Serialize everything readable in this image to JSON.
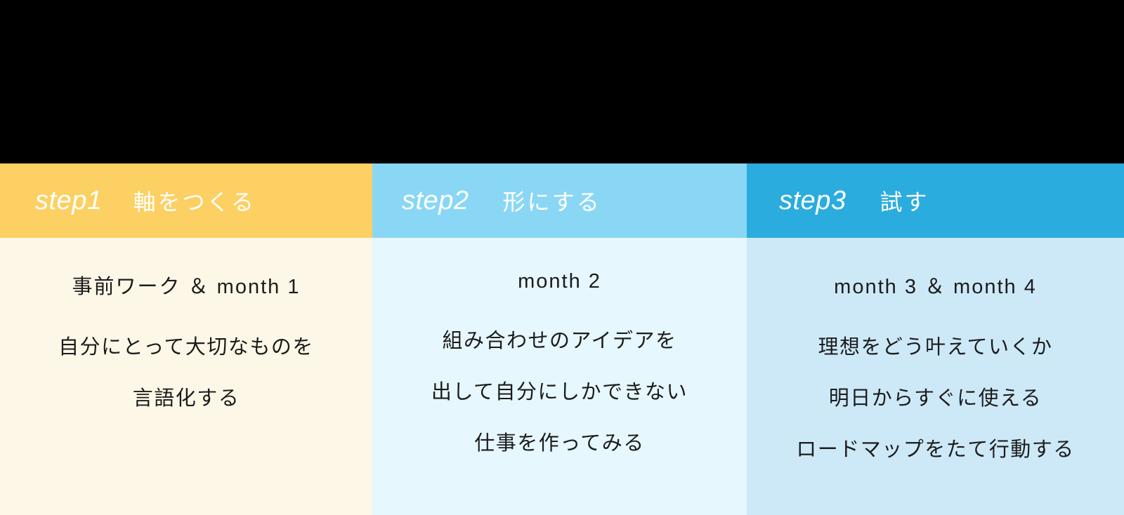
{
  "slide": {
    "background_color": "#000000",
    "top_band_color": "#000000"
  },
  "columns": [
    {
      "step_label": "step1",
      "title": "軸をつくる",
      "header_color": "#FCD062",
      "body_color": "#FDF7E7",
      "period": "事前ワーク ＆ month 1",
      "description_lines": [
        "自分にとって大切なものを",
        "言語化する"
      ]
    },
    {
      "step_label": "step2",
      "title": "形にする",
      "header_color": "#8AD7F5",
      "body_color": "#E6F7FD",
      "period": "month 2",
      "description_lines": [
        "組み合わせのアイデアを",
        "出して自分にしかできない",
        "仕事を作ってみる"
      ]
    },
    {
      "step_label": "step3",
      "title": "試す",
      "header_color": "#2BACDF",
      "body_color": "#CDE9F8",
      "period": "month 3 ＆ month 4",
      "description_lines": [
        "理想をどう叶えていくか",
        "明日からすぐに使える",
        "ロードマップをたて行動する"
      ]
    }
  ]
}
